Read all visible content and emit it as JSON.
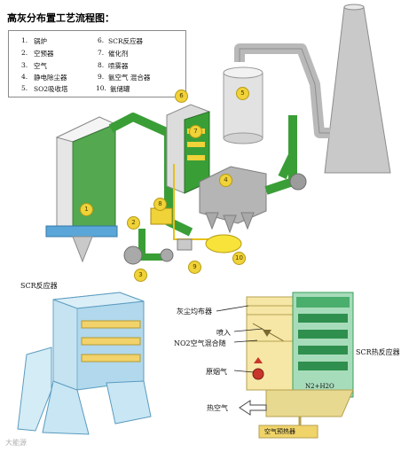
{
  "header": {
    "title": "高灰分布置工艺流程图："
  },
  "legend": {
    "items": [
      {
        "number": "1.",
        "label": "锅炉"
      },
      {
        "number": "2.",
        "label": "空预器"
      },
      {
        "number": "3.",
        "label": "空气"
      },
      {
        "number": "4.",
        "label": "静电除尘器"
      },
      {
        "number": "5.",
        "label": "SO2吸收塔"
      },
      {
        "number": "6.",
        "label": "SCR反应器"
      },
      {
        "number": "7.",
        "label": "催化剂"
      },
      {
        "number": "8.",
        "label": "喷雾器"
      },
      {
        "number": "9.",
        "label": "氨空气 混合器"
      },
      {
        "number": "10.",
        "label": "氨储罐"
      }
    ]
  },
  "diagram_markers": [
    "1",
    "2",
    "3",
    "4",
    "5",
    "6",
    "7",
    "8",
    "9",
    "10"
  ],
  "scr_section": {
    "title": "SCR反应器"
  },
  "detail_diagram": {
    "labels": {
      "ash_distributor": "灰尘均布器",
      "spray_in": "喷入",
      "nh3_air_mixer": "NO2空气混合随",
      "raw_flue_gas": "原烟气",
      "hot_air": "热空气",
      "scr_heat_reactor": "SCR热反应器",
      "products": "N2+H2O",
      "air_preheater": "空气预热器"
    }
  },
  "watermark": {
    "text": "大能源"
  },
  "colors": {
    "green": "#3a9e37",
    "grey": "#b9b9b9",
    "accent_yellow": "#f0d239"
  }
}
